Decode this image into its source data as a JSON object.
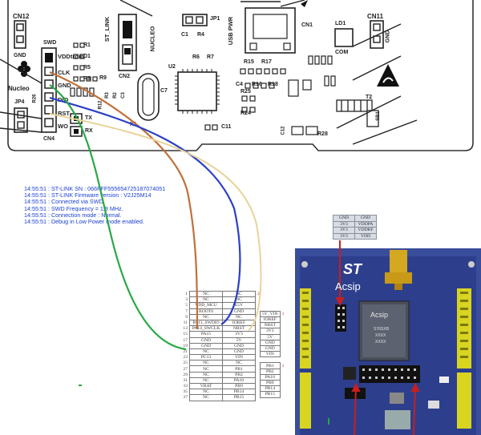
{
  "nucleo_board": {
    "labels": {
      "cn12": "CN12",
      "gnd_left": "GND",
      "swd": "SWD",
      "vdd_target": "VDDtrom",
      "clk": "CLK",
      "gnd": "GND",
      "dio": "DIO",
      "rst": "RST",
      "swo": "WO",
      "nucleo": "Nucleo",
      "jp4": "JP4",
      "cn4": "CN4",
      "r26": "R26",
      "st_link": "ST_LINK",
      "nucleo_vert": "NUCLEO",
      "cn2": "CN2",
      "jp1": "JP1",
      "c1": "C1",
      "r4": "R4",
      "r6": "R6",
      "r7": "R7",
      "u2": "U2",
      "c7": "C7",
      "x1": "X1",
      "c11": "C11",
      "usb_pwr": "USB PWR",
      "cn1": "CN1",
      "ld1": "LD1",
      "com": "COM",
      "cn11": "CN11",
      "gnd_right": "GND",
      "r15": "R15",
      "r17": "R17",
      "r16": "R16",
      "r18": "R18",
      "r25": "R25",
      "r24": "R24",
      "c4": "C4",
      "t2": "T2",
      "sb1": "SB1",
      "r28": "R28",
      "c12": "C12",
      "r1": "R1",
      "d1": "D1",
      "r5": "R5",
      "r8": "R8",
      "r9": "R9",
      "tx": "TX",
      "rx": "RX",
      "r12": "R12",
      "r3": "R3",
      "r2": "R2",
      "c3": "C3"
    }
  },
  "log_lines": [
    "14:55:51 : ST-LINK SN : 066FFF5556547251870740​51",
    "14:55:51 : ST-LINK Firmware version : V2J25M14",
    "14:55:51 : Connected via SWD.",
    "14:55:51 : SWD Frequency = 1,8 MHz.",
    "14:55:51 : Connection mode : Normal.",
    "14:55:51 : Debug in Low Power mode enabled."
  ],
  "pin_table": {
    "rows": [
      {
        "num": "1",
        "left": "NC",
        "right": "NC",
        "rnum": "2"
      },
      {
        "num": "3",
        "left": "NC",
        "right": "NC",
        "rnum": ""
      },
      {
        "num": "5",
        "left": "VDD_MCU",
        "right": "E5V",
        "rnum": ""
      },
      {
        "num": "7",
        "left": "BOOT0",
        "right": "GND",
        "rnum": ""
      },
      {
        "num": "9",
        "left": "NC",
        "right": "NC",
        "rnum": ""
      },
      {
        "num": "11",
        "left": "PA13_SWDIO",
        "right": "IOREF",
        "rnum": ""
      },
      {
        "num": "13",
        "left": "PA14_SWCLK",
        "right": "NRST",
        "rnum": ""
      },
      {
        "num": "15",
        "left": "PA15",
        "right": "3V3",
        "rnum": ""
      },
      {
        "num": "17",
        "left": "GND",
        "right": "5V",
        "rnum": ""
      },
      {
        "num": "19",
        "left": "GND",
        "right": "GND",
        "rnum": ""
      },
      {
        "num": "21",
        "left": "NC",
        "right": "GND",
        "rnum": ""
      },
      {
        "num": "23",
        "left": "PC13",
        "right": "VIN",
        "rnum": ""
      },
      {
        "num": "25",
        "left": "NC",
        "right": "NC",
        "rnum": ""
      },
      {
        "num": "27",
        "left": "NC",
        "right": "PB1",
        "rnum": ""
      },
      {
        "num": "29",
        "left": "NC",
        "right": "PB2",
        "rnum": ""
      },
      {
        "num": "31",
        "left": "NC",
        "right": "PA10",
        "rnum": ""
      },
      {
        "num": "33",
        "left": "VBAT",
        "right": "PB9",
        "rnum": ""
      },
      {
        "num": "35",
        "left": "NC",
        "right": "PB14",
        "rnum": ""
      },
      {
        "num": "37",
        "left": "NC",
        "right": "PB15",
        "rnum": ""
      }
    ]
  },
  "ext_table": {
    "rows": [
      {
        "a": "",
        "b": ""
      },
      {
        "a": "",
        "b": ""
      },
      {
        "a": "",
        "b": ""
      },
      {
        "a": "",
        "b": ""
      },
      {
        "a": "5V_VIN",
        "b": "1"
      },
      {
        "a": "IOREF",
        "b": ""
      },
      {
        "a": "NRST",
        "b": ""
      },
      {
        "a": "3V3",
        "b": ""
      },
      {
        "a": "5V",
        "b": ""
      },
      {
        "a": "GND",
        "b": ""
      },
      {
        "a": "GND",
        "b": ""
      },
      {
        "a": "VIN",
        "b": ""
      },
      {
        "a": "",
        "b": ""
      },
      {
        "a": "PB1",
        "b": "1"
      },
      {
        "a": "PB2",
        "b": ""
      },
      {
        "a": "PA10",
        "b": ""
      },
      {
        "a": "PB9",
        "b": ""
      },
      {
        "a": "PB14",
        "b": ""
      },
      {
        "a": "PB15",
        "b": ""
      }
    ]
  },
  "pin_map": {
    "rows": [
      {
        "a": "GND",
        "b": "GND"
      },
      {
        "a": "3V3",
        "b": "VDDPA"
      },
      {
        "a": "3V3",
        "b": "VDDRF"
      },
      {
        "a": "3V3",
        "b": "VDD"
      }
    ]
  },
  "module": {
    "brand_st": "ST",
    "brand_acsip": "Acsip",
    "chip_brand": "Acsip",
    "chip_line1": "S76SXB",
    "chip_line2": "XXXX",
    "chip_line3": "XXXX"
  },
  "colors": {
    "wire_orange": "#c0703a",
    "wire_blue": "#2a3fc8",
    "wire_green": "#28a844",
    "wire_beige": "#e8d39a",
    "log_text": "#1a3fd0",
    "module_board": "#2d3f8c"
  }
}
